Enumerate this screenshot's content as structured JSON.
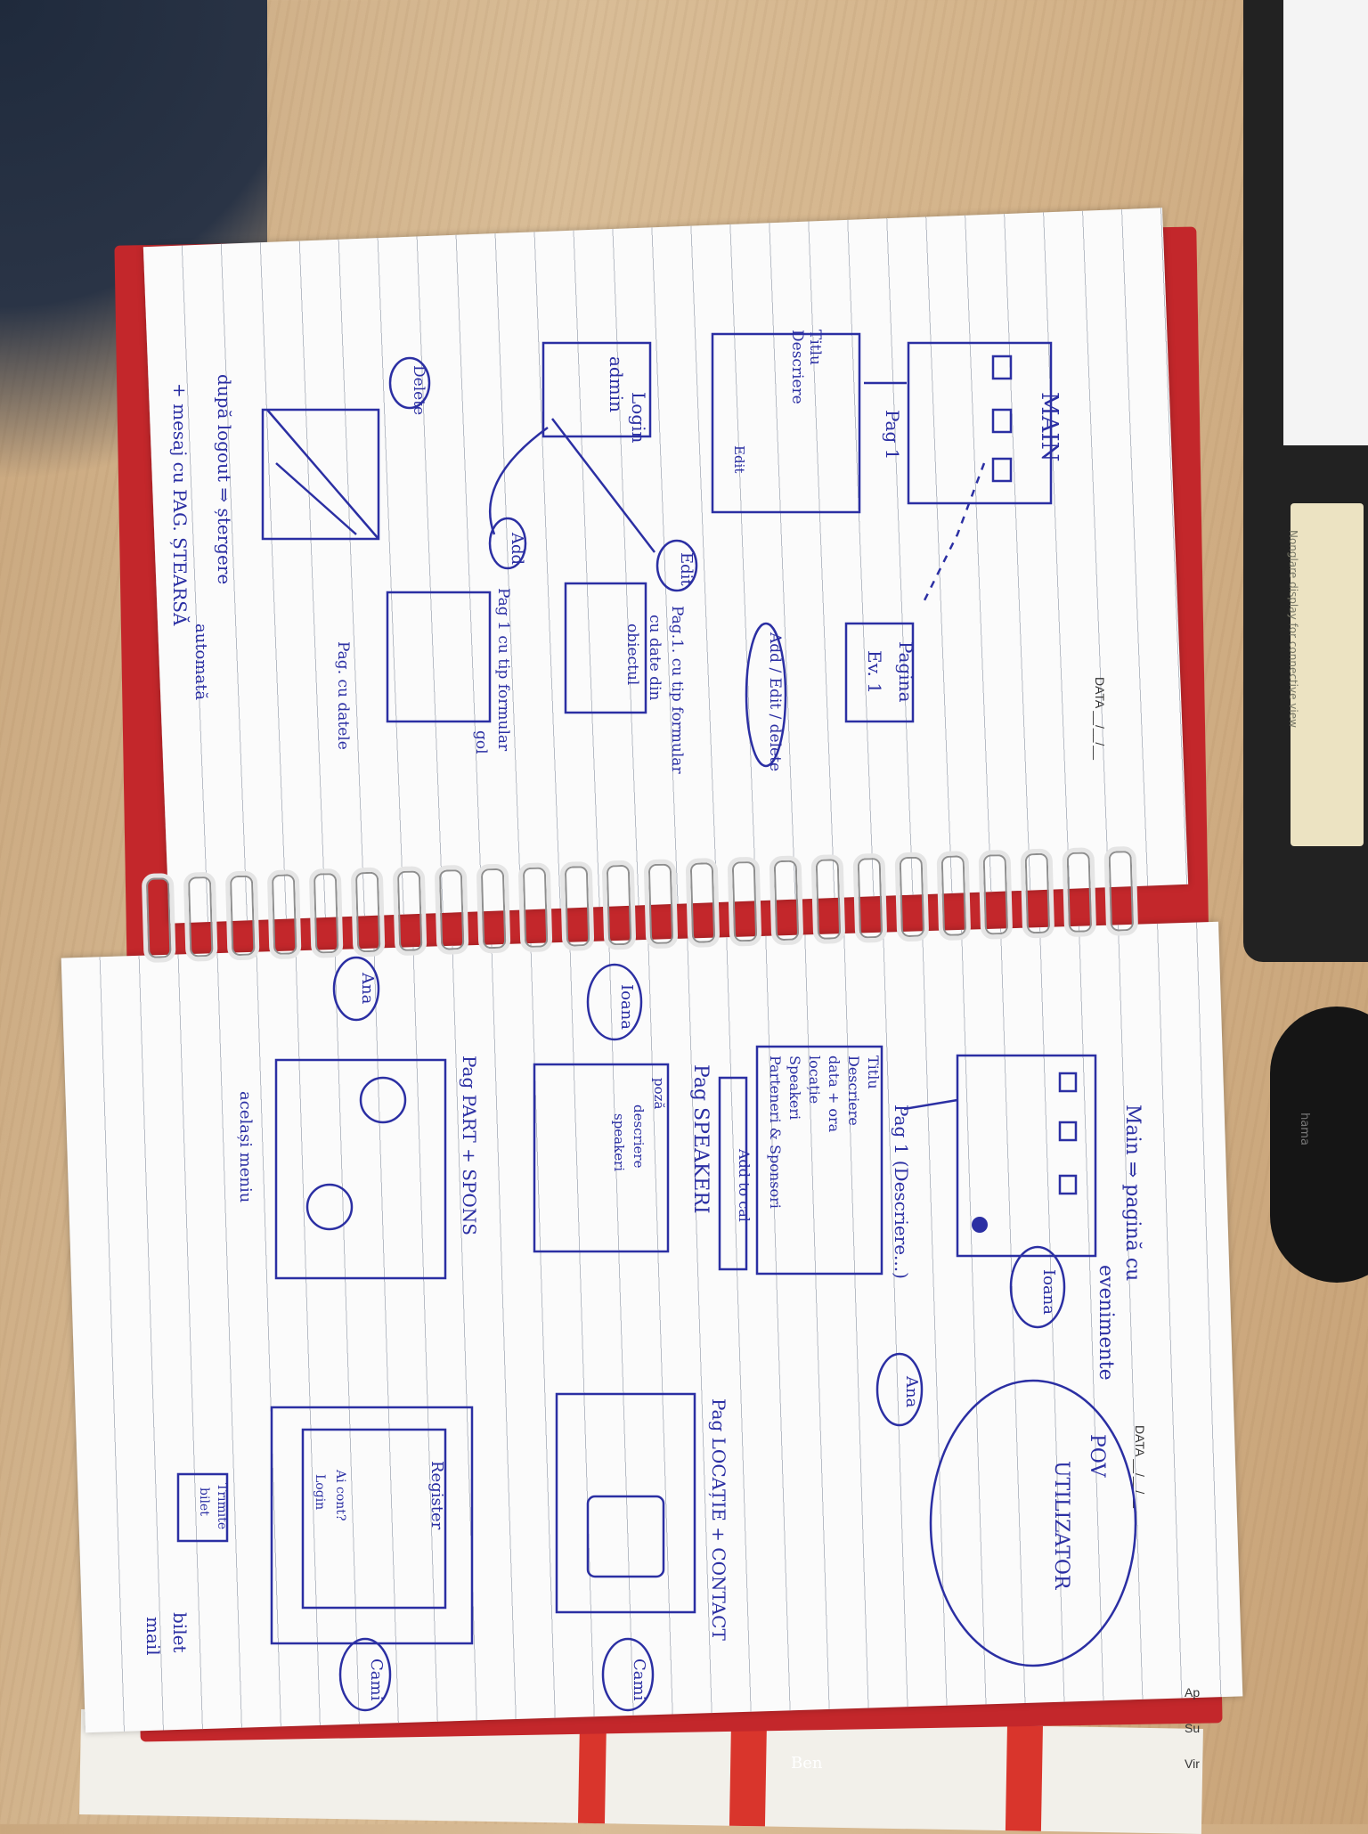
{
  "top_page": {
    "date_label": "DATA __/__/__",
    "main_label": "MAIN",
    "pag1_label": "Pag 1",
    "titlu_descriere": [
      "Titlu",
      "Descriere"
    ],
    "edit_small": "Edit",
    "pagina_ev1": [
      "Pagina",
      "Ev. 1"
    ],
    "login_box": [
      "Login",
      "admin"
    ],
    "add_edit_delete": "Add / Edit / delete",
    "edit_label": "Edit",
    "edit_caption": [
      "Pag.1. cu tip formular",
      "cu date din",
      "obiectul"
    ],
    "add_label": "Add",
    "add_caption": [
      "Pag 1 cu tip formular",
      "gol"
    ],
    "delete_label": "Delete",
    "fara_date_caption": "Pag. cu datele",
    "bottom_note": [
      "după logout ⇒ ștergere",
      "+ mesaj cu PAG. ȘTEARSĂ"
    ],
    "automata": "automată"
  },
  "bottom_page": {
    "date_label": "DATA __/__/__",
    "main_caption": [
      "Main ⇒ pagină cu",
      "evenimente"
    ],
    "ioana": "Ioana",
    "pag1_desc": "Pag 1 (Descriere...)",
    "ana": "Ana",
    "details": [
      "Titlu",
      "Descriere",
      "data + ora",
      "locație",
      "Speakeri",
      "Parteneri & Sponsori"
    ],
    "add_to_cal": "Add to cal",
    "pag_speakeri": "Pag SPEAKERI",
    "poza_descriere": [
      "poză",
      "descriere",
      "speakeri"
    ],
    "ioana2": "Ioana",
    "pag_locatie": "Pag LOCAȚIE + CONTACT",
    "cami": "Cami",
    "pag_part": "Pag PART + SPONS",
    "ana2": "Ana",
    "acelasi_meniu": "același meniu",
    "register": "Register",
    "ai_cont": [
      "Ai cont?",
      "Login"
    ],
    "cami2": "Cami",
    "trimite": [
      "Trimite",
      "bilet"
    ],
    "bilet_mail": [
      "bilet",
      "mail"
    ],
    "pov_utilizator": [
      "POV",
      "UTILIZATOR"
    ]
  },
  "background": {
    "mouse_brand": "hama",
    "device_label": "Nonglare display for connective view",
    "flyer_text": [
      "Ben",
      "Vir",
      "Su",
      "Ap"
    ]
  },
  "colors": {
    "ink": "#2b2fa3",
    "cover": "#c3272b",
    "paper": "#fbfbfb",
    "desk": "#d4b48b"
  }
}
